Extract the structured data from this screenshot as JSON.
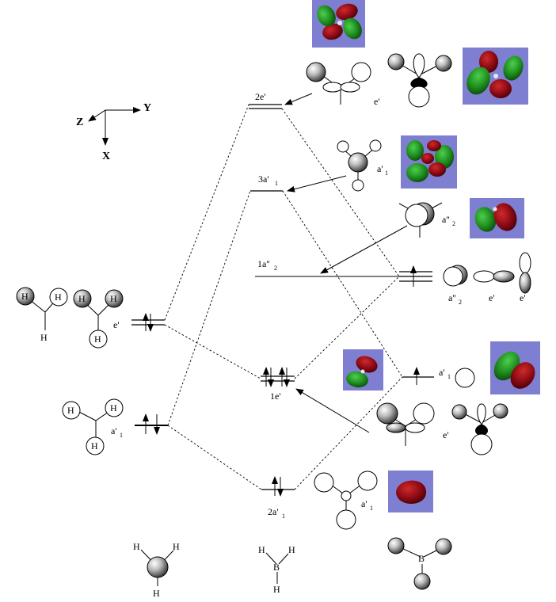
{
  "axes": {
    "z": "Z",
    "y": "Y",
    "x": "X"
  },
  "levels": {
    "mo_2e": "2e'",
    "mo_3a1_main": "3a'",
    "mo_3a1_sub": "1",
    "mo_1a2_main": "1a''",
    "mo_1a2_sub": "2",
    "mo_1e": "1e'",
    "mo_2a1_main": "2a'",
    "mo_2a1_sub": "1"
  },
  "left_fragment": {
    "e_label": "e'",
    "a1_main": "a'",
    "a1_sub": "1",
    "atom": "H"
  },
  "right_fragment": {
    "e_top": "e'",
    "a1_top_main": "a'",
    "a1_top_sub": "1",
    "a2_top_main": "a''",
    "a2_top_sub": "2",
    "a2_row_main": "a''",
    "a2_row_sub": "2",
    "e_row_1": "e'",
    "e_row_2": "e'",
    "a1_mid_main": "a'",
    "a1_mid_sub": "1",
    "e_mid": "e'",
    "a1_bottom_main": "a'",
    "a1_bottom_sub": "1"
  },
  "molecules": {
    "h": "H",
    "b": "B"
  },
  "colors": {
    "orbital_box": "#7f7fd1",
    "lobe_red": "#8b0a14",
    "lobe_green": "#1e8c1e",
    "atom_gray": "#999999"
  }
}
